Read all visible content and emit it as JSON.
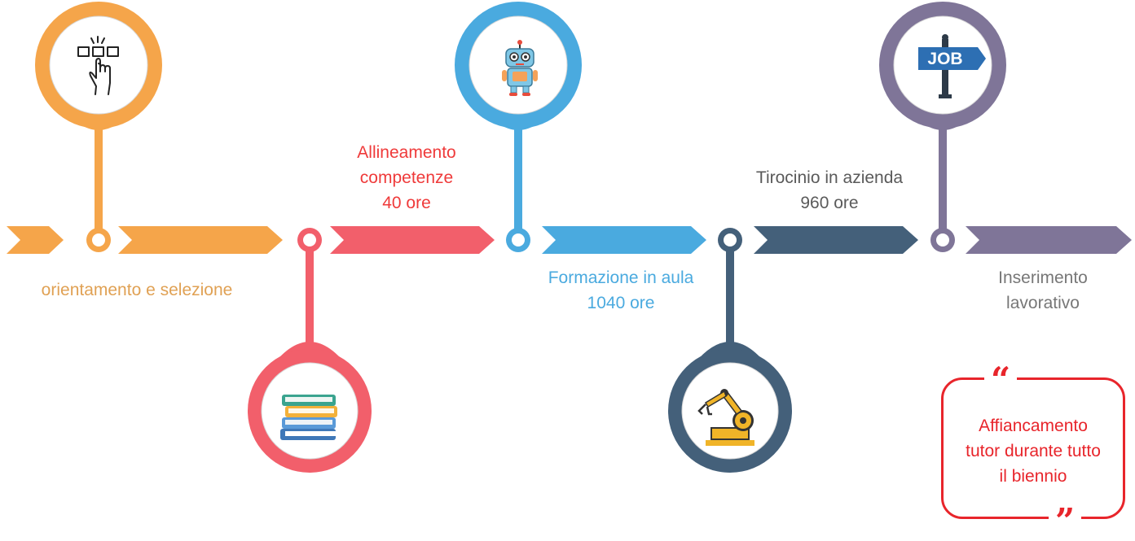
{
  "colors": {
    "orange": "#f5a54a",
    "red": "#f25f6b",
    "blue": "#4aaadf",
    "navy": "#44607a",
    "purple": "#7f7598",
    "quote": "#e8252b"
  },
  "stages": [
    {
      "id": "orientamento",
      "label_lines": [
        "orientamento e selezione"
      ],
      "label_color": "#e0a154",
      "icon": "hand-pointer-buttons-icon"
    },
    {
      "id": "allineamento",
      "label_lines": [
        "Allineamento",
        "competenze",
        "40 ore"
      ],
      "label_color": "#ef3a3a",
      "icon": "books-stack-icon"
    },
    {
      "id": "formazione",
      "label_lines": [
        "Formazione in aula",
        "1040 ore"
      ],
      "label_color": "#4aaadf",
      "icon": "robot-icon"
    },
    {
      "id": "tirocinio",
      "label_lines": [
        "Tirocinio in azienda",
        "960 ore"
      ],
      "label_color": "#5a5a5a",
      "icon": "robot-arm-icon"
    },
    {
      "id": "inserimento",
      "label_lines": [
        "Inserimento",
        "lavorativo"
      ],
      "label_color": "#777777",
      "icon": "job-signpost-icon"
    }
  ],
  "job_sign_text": "JOB",
  "quote": {
    "open_mark": "“",
    "close_mark": "”",
    "lines": [
      "Affiancamento",
      "tutor durante tutto",
      "il biennio"
    ]
  }
}
